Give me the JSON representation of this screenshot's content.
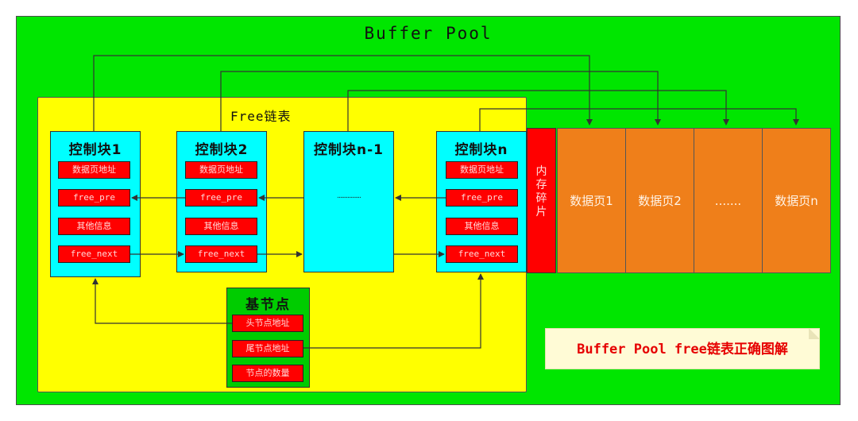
{
  "pool": {
    "title": "Buffer Pool"
  },
  "free_list": {
    "title": "Free链表"
  },
  "control_blocks": [
    {
      "title": "控制块1",
      "fields": [
        "数据页地址",
        "free_pre",
        "其他信息",
        "free_next"
      ]
    },
    {
      "title": "控制块2",
      "fields": [
        "数据页地址",
        "free_pre",
        "其他信息",
        "free_next"
      ]
    },
    {
      "title": "控制块n-1",
      "ellipsis": "................"
    },
    {
      "title": "控制块n",
      "fields": [
        "数据页地址",
        "free_pre",
        "其他信息",
        "free_next"
      ]
    }
  ],
  "base_node": {
    "title": "基节点",
    "fields": [
      "头节点地址",
      "尾节点地址",
      "节点的数量"
    ]
  },
  "fragment": {
    "label": "内存碎片"
  },
  "data_pages": [
    "数据页1",
    "数据页2",
    ".......",
    "数据页n"
  ],
  "note": {
    "text": "Buffer Pool free链表正确图解"
  },
  "colors": {
    "pool": "#00e600",
    "free_list": "#ffff00",
    "control_block": "#00ffff",
    "field": "#ff0000",
    "base_node": "#00cc00",
    "data_page": "#ef7f1a",
    "note_text": "#e60000"
  }
}
